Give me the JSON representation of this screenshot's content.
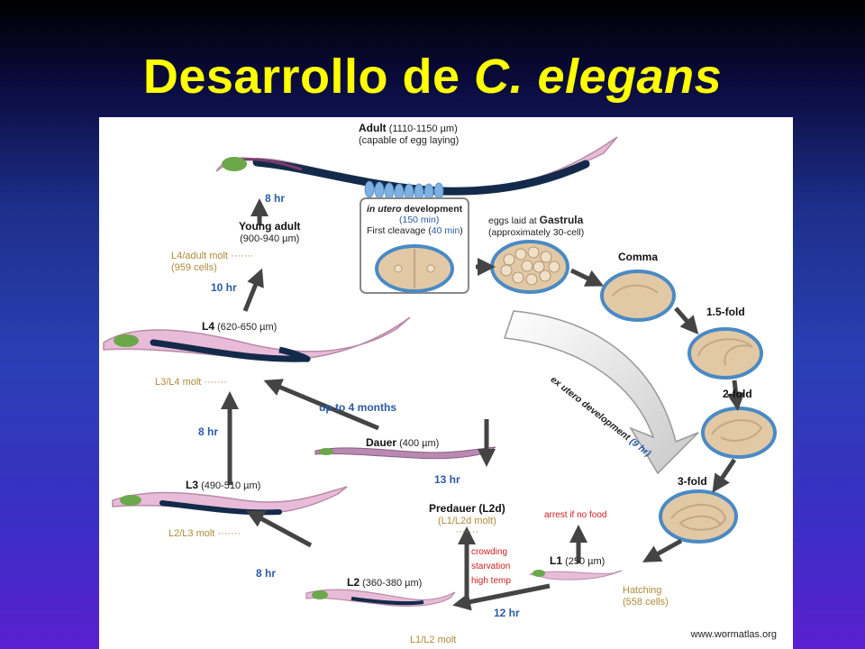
{
  "slide": {
    "title_plain": "Desarrollo de ",
    "title_italic": "C. elegans"
  },
  "diagram": {
    "adult_title": "Adult",
    "adult_size": "(1110-1150 µm)",
    "adult_note": "(capable of egg laying)",
    "young_adult": "Young adult",
    "young_adult_size": "(900-940 µm)",
    "l4_adult_molt": "L4/adult molt",
    "cells_959": "(959 cells)",
    "l4": "L4",
    "l4_size": "(620-650 µm)",
    "l3_l4_molt": "L3/L4 molt",
    "l3": "L3",
    "l3_size": "(490-510 µm)",
    "l2_l3_molt": "L2/L3 molt",
    "l2": "L2",
    "l2_size": "(360-380 µm)",
    "l1_l2_molt": "L1/L2 molt",
    "l1": "L1",
    "l1_size": "(250 µm)",
    "hatching": "Hatching",
    "cells_558": "(558 cells)",
    "dauer": "Dauer",
    "dauer_size": "(400 µm)",
    "predauer": "Predauer (L2d)",
    "predauer_molt": "(L1/L2d molt)",
    "up_to_4_months": "up to 4 months",
    "dur_8hr_a": "8 hr",
    "dur_10hr": "10 hr",
    "dur_8hr_b": "8 hr",
    "dur_8hr_c": "8 hr",
    "dur_12hr": "12 hr",
    "dur_13hr": "13 hr",
    "crowding": "crowding",
    "starvation": "starvation",
    "high_temp": "high temp",
    "arrest": "arrest if no food",
    "in_utero_italic": "in utero",
    "in_utero_rest": " development",
    "in_utero_time": "(150 min)",
    "first_cleavage": "First cleavage (",
    "first_cleavage_time": "40  min",
    "first_cleavage_end": ")",
    "eggs_laid": "eggs laid at ",
    "gastrula": "Gastrula",
    "gastrula_note": "(approximately 30-cell)",
    "comma": "Comma",
    "fold_1_5": "1.5-fold",
    "fold_2": "2-fold",
    "fold_3": "3-fold",
    "ex_utero": "ex utero development",
    "ex_utero_time": "(9 hr)",
    "credit": "www.wormatlas.org"
  },
  "colors": {
    "title": "#ffff00",
    "duration_blue": "#2a5aa8",
    "molt_gold": "#b08a3a",
    "arrest_red": "#d02020",
    "worm_pink": "#e8bcd8",
    "worm_dark": "#132a4a",
    "egg_blue": "#4a8ac4",
    "egg_fill": "#e2c9a6"
  }
}
